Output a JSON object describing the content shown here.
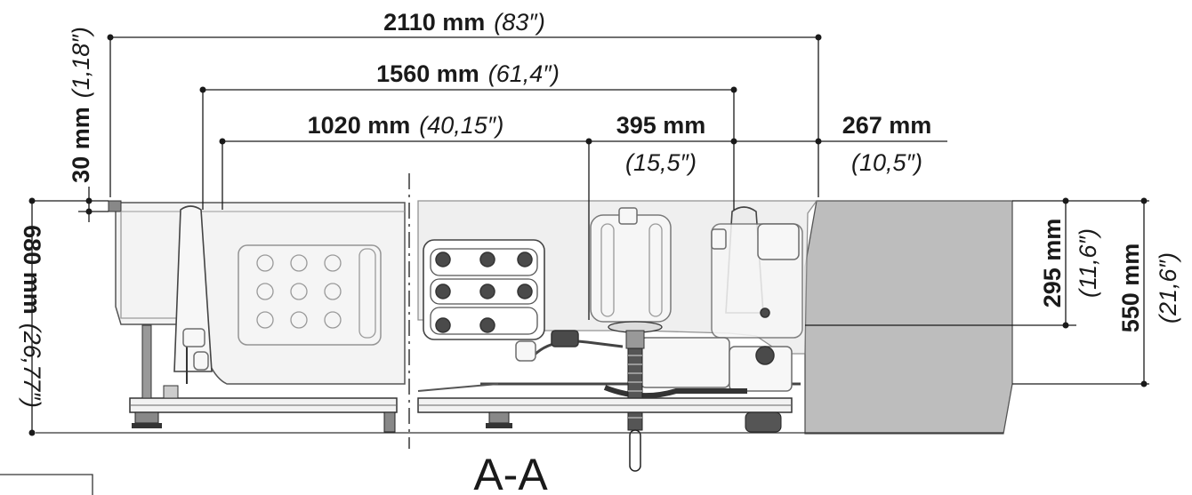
{
  "dimensions": {
    "overall_length": {
      "mm": "2110 mm",
      "inch": "(83″)"
    },
    "length_1560": {
      "mm": "1560 mm",
      "inch": "(61,4″)"
    },
    "length_1020": {
      "mm": "1020 mm",
      "inch": "(40,15″)"
    },
    "offset_395": {
      "mm": "395 mm",
      "inch": "(15,5″)"
    },
    "offset_267": {
      "mm": "267 mm",
      "inch": "(10,5″)"
    },
    "rim_height": {
      "mm": "30 mm",
      "inch": "(1,18″)"
    },
    "total_height": {
      "mm": "680 mm",
      "inch": "(26,77″)"
    },
    "basin_depth": {
      "mm": "295 mm",
      "inch": "(11,6″)"
    },
    "skirt_height": {
      "mm": "550 mm",
      "inch": "(21,6″)"
    }
  },
  "section_label": "A-A"
}
